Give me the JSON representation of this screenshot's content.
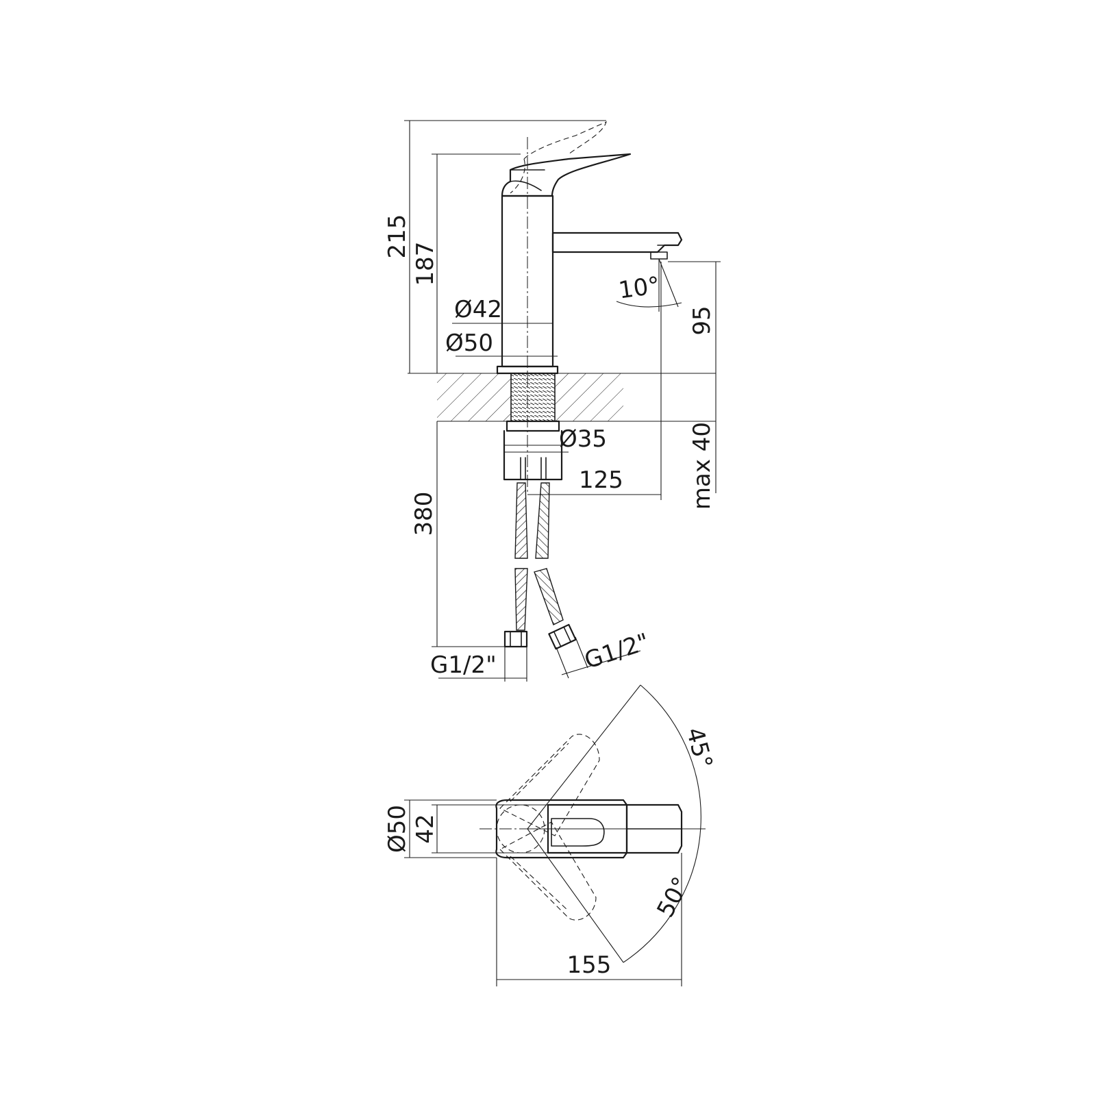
{
  "drawing": {
    "side_view": {
      "dim_total_height": "215",
      "dim_lever_height": "187",
      "dim_body_dia": "Ø42",
      "dim_base_dia": "Ø50",
      "dim_spout_angle": "10°",
      "dim_spout_clearance": "95",
      "dim_shank_dia": "Ø35",
      "dim_spout_reach": "125",
      "dim_max_counter": "max 40",
      "dim_hose_length": "380",
      "dim_conn_left": "G1/2\"",
      "dim_conn_right": "G1/2\""
    },
    "top_view": {
      "dim_base_dia": "Ø50",
      "dim_body_dia": "42",
      "dim_rotation_hot": "45°",
      "dim_rotation_cold": "50°",
      "dim_length": "155"
    }
  }
}
